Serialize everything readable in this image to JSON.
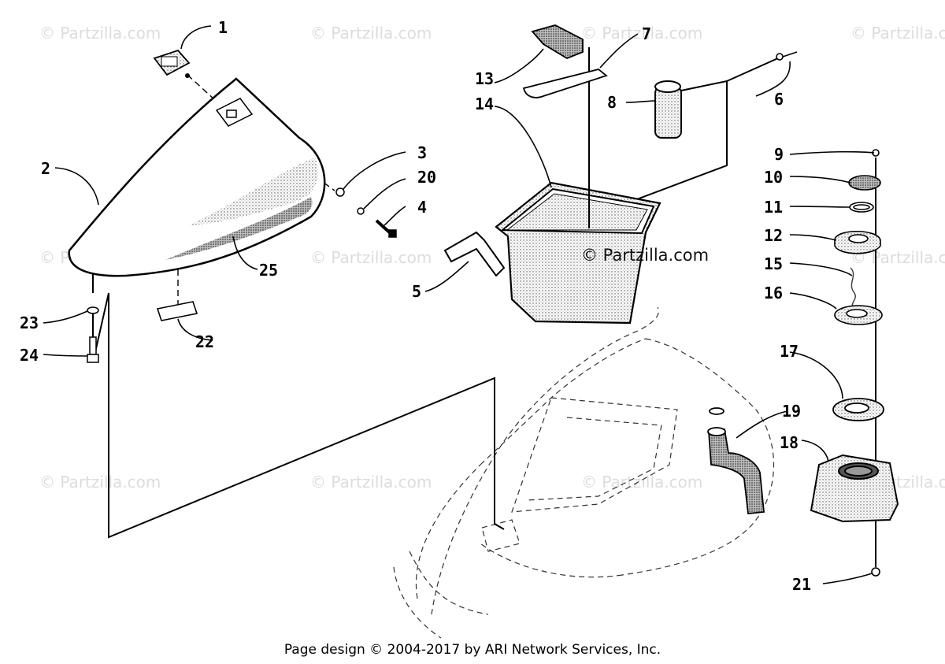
{
  "watermark": "© Partzilla.com",
  "center_watermark": "© Partzilla.com",
  "footer": "Page design © 2004-2017 by ARI Network Services, Inc.",
  "callouts": {
    "c1": "1",
    "c2": "2",
    "c3": "3",
    "c4": "4",
    "c5": "5",
    "c6": "6",
    "c7": "7",
    "c8": "8",
    "c9": "9",
    "c10": "10",
    "c11": "11",
    "c12": "12",
    "c13": "13",
    "c14": "14",
    "c15": "15",
    "c16": "16",
    "c17": "17",
    "c18": "18",
    "c19": "19",
    "c20": "20",
    "c21": "21",
    "c22": "22",
    "c23": "23",
    "c24": "24",
    "c25": "25"
  }
}
